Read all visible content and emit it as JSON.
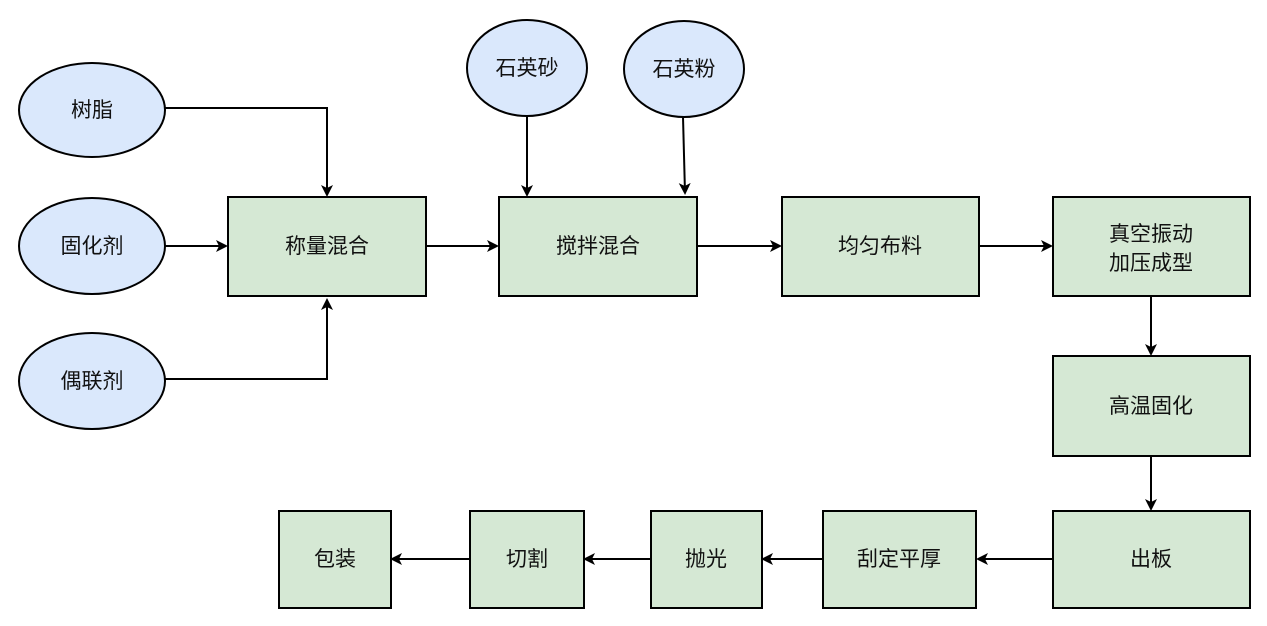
{
  "colors": {
    "input_fill": "#dae8fc",
    "process_fill": "#d5e8d4",
    "stroke": "#000000",
    "text": "#111111"
  },
  "inputs": {
    "resin": "树脂",
    "curing_agent": "固化剂",
    "coupling_agent": "偶联剂",
    "quartz_sand": "石英砂",
    "quartz_powder": "石英粉"
  },
  "steps": {
    "weigh_mix": "称量混合",
    "stir_mix": "搅拌混合",
    "even_spread": "均匀布料",
    "vacuum_press_line1": "真空振动",
    "vacuum_press_line2": "加压成型",
    "high_temp_cure": "高温固化",
    "demold": "出板",
    "scrape_level": "刮定平厚",
    "polish": "抛光",
    "cut": "切割",
    "package": "包装"
  }
}
